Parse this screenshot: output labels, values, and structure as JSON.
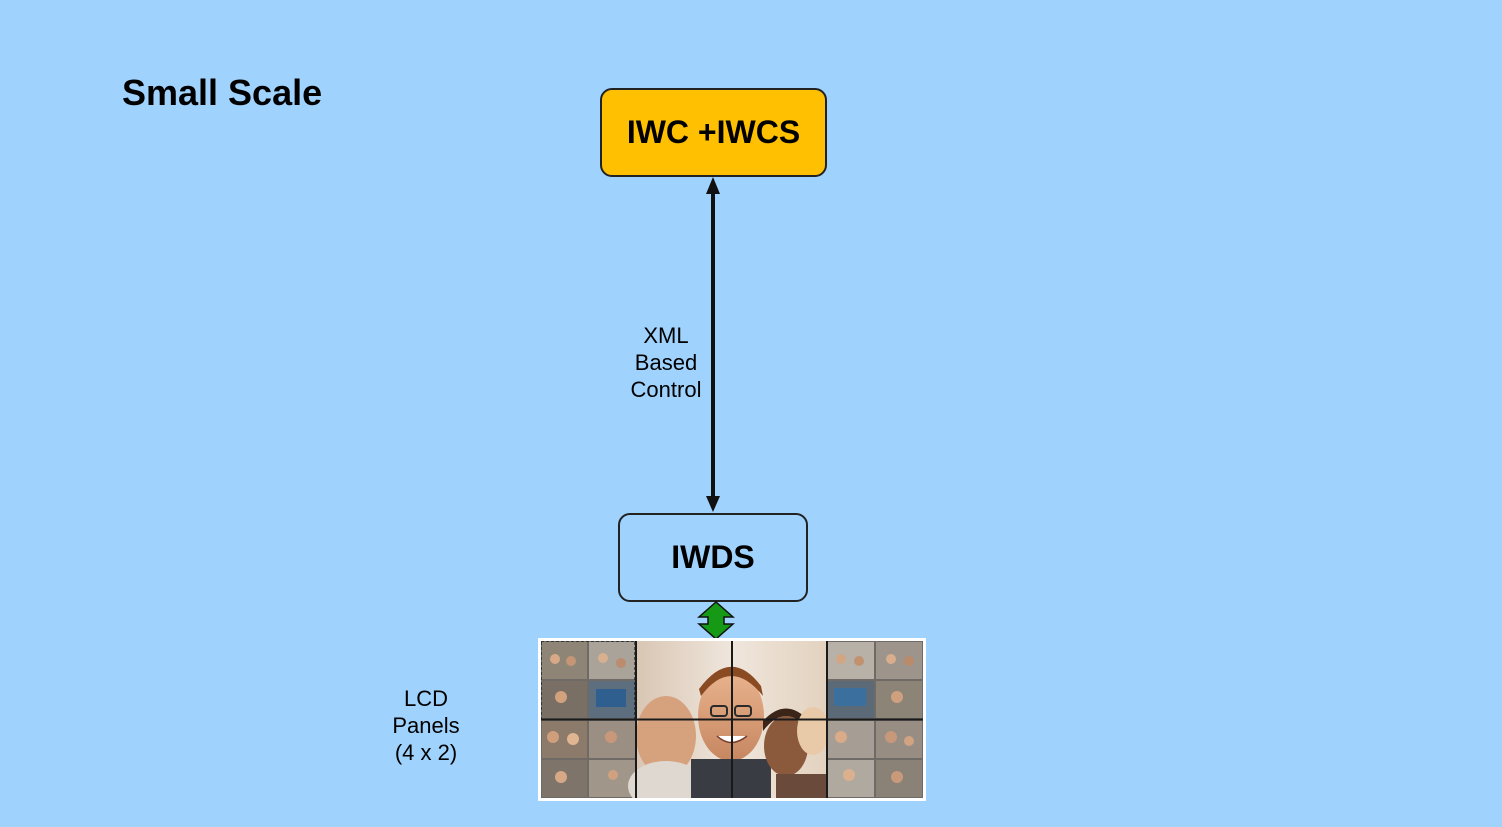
{
  "title": "Small Scale",
  "nodes": {
    "controller": "IWC +IWCS",
    "server": "IWDS"
  },
  "link_label": [
    "XML",
    "Based",
    "Control"
  ],
  "display_label": [
    "LCD",
    "Panels",
    "(4 x 2)"
  ],
  "colors": {
    "background": "#9fd2fd",
    "controller_fill": "#fec000",
    "server_fill": "#9fd2fd",
    "arrow_black": "#111111",
    "arrow_green": "#169a16"
  },
  "video_wall": {
    "columns": 4,
    "rows": 2
  }
}
